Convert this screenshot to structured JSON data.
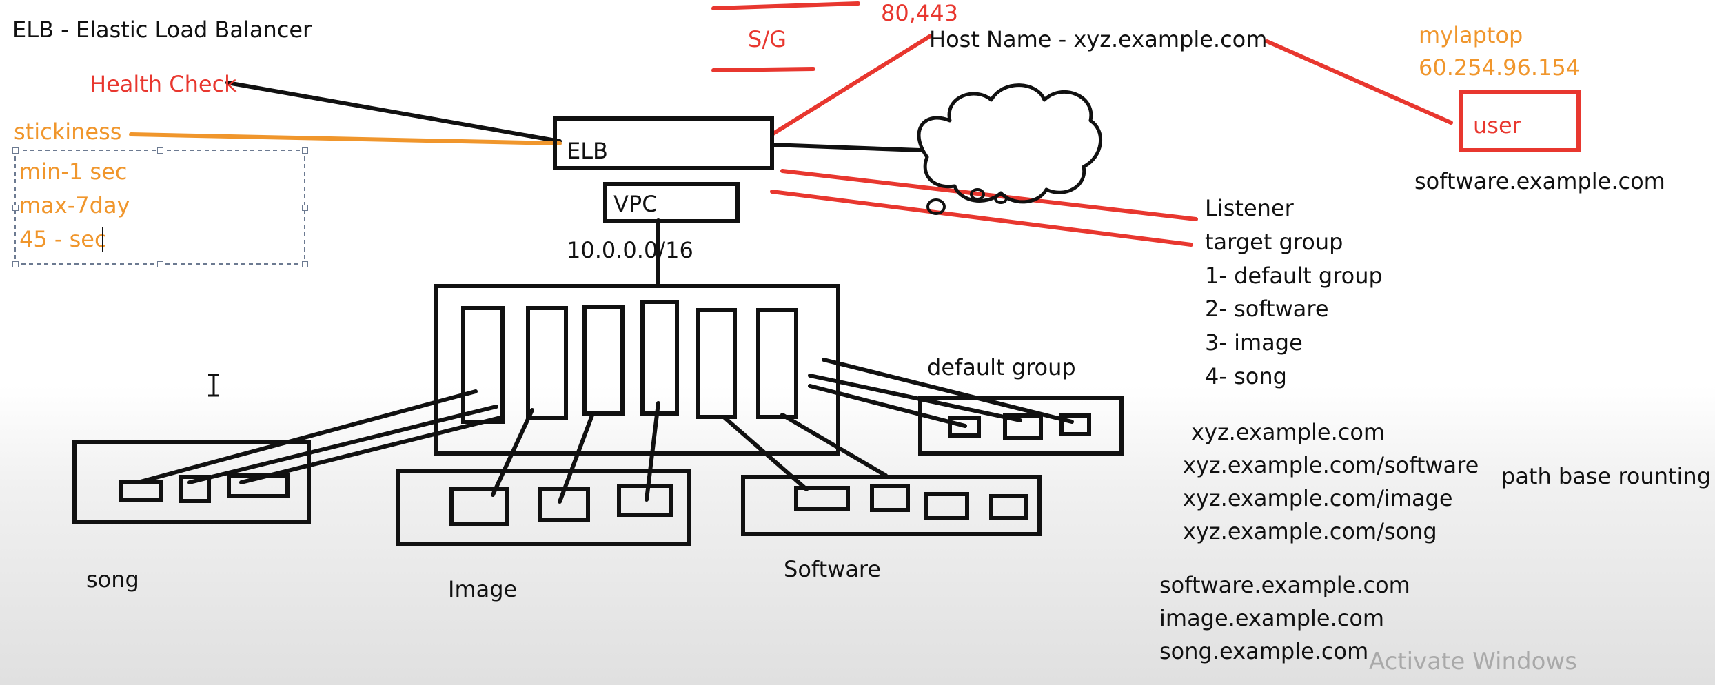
{
  "title": "ELB - Elastic Load Balancer",
  "elb": {
    "box_label": "ELB",
    "vpc_label": "VPC",
    "cidr": "10.0.0.0/16",
    "health_check": "Health Check",
    "stickiness": "stickiness",
    "stickiness_notes": [
      "min-1 sec",
      "max-7day",
      "45 - sec"
    ]
  },
  "security": {
    "sg": "S/G",
    "ports": "80,443",
    "host_name": "Host Name - xyz.example.com"
  },
  "client": {
    "device": "mylaptop",
    "ip": "60.254.96.154",
    "user_label": "user",
    "domain": "software.example.com"
  },
  "listener": {
    "items": [
      "Listener",
      "target group",
      "1- default group",
      "2- software",
      "3- image",
      "4- song"
    ]
  },
  "groups": {
    "default": "default group",
    "song": "song",
    "image": "Image",
    "software": "Software"
  },
  "routing": {
    "paths": [
      "xyz.example.com",
      "xyz.example.com/software",
      "xyz.example.com/image",
      "xyz.example.com/song"
    ],
    "path_note": "path base rounting",
    "hosts": [
      "software.example.com",
      "image.example.com",
      "song.example.com"
    ]
  },
  "watermark": "Activate Windows",
  "colors": {
    "ink": "#111111",
    "red": "#e8372f",
    "orange": "#f0962c",
    "selection": "#6c7a91"
  }
}
